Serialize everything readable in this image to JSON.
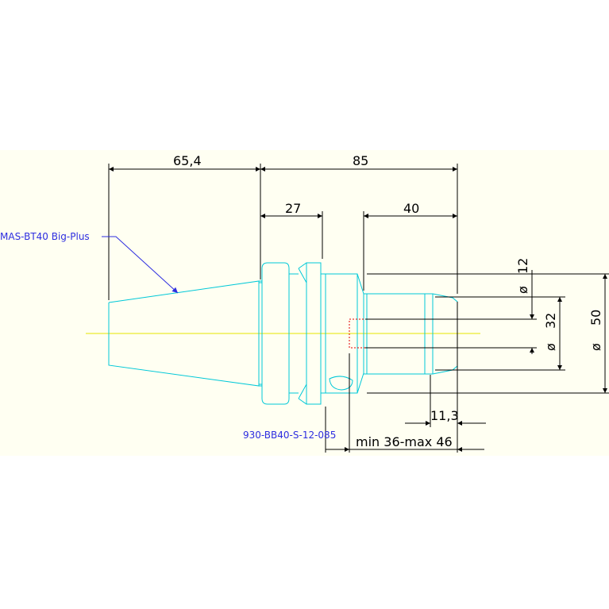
{
  "colors": {
    "background": "#fffff2",
    "outline": "#00c8d8",
    "dimension_lines": "#000000",
    "labels": "#2d2de0",
    "centerline": "#e6e600",
    "bore": "#e00000"
  },
  "dimensions": {
    "taper_length": "65,4",
    "total_length": "85",
    "flange_length": "27",
    "nose_length": "40",
    "bore_diameter": "12",
    "nose_diameter": "32",
    "body_diameter": "50",
    "diameter_symbol": "ø",
    "slot_depth": "11,3",
    "insertion_range": "min 36-max 46"
  },
  "labels": {
    "holder_type": "MAS-BT40 Big-Plus",
    "part_number": "930-BB40-S-12-085"
  }
}
